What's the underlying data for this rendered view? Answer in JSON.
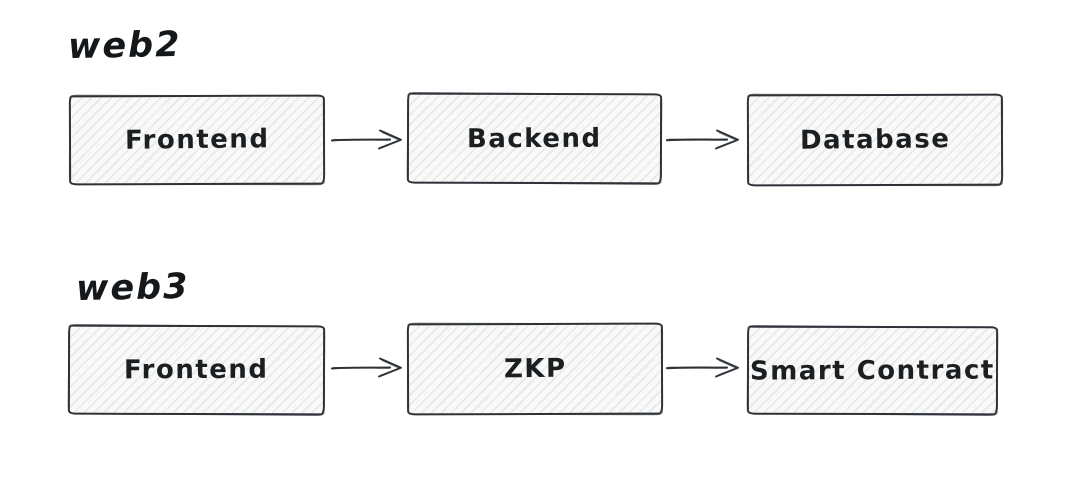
{
  "diagram": {
    "rows": [
      {
        "label": "web2",
        "nodes": [
          "Frontend",
          "Backend",
          "Database"
        ]
      },
      {
        "label": "web3",
        "nodes": [
          "Frontend",
          "ZKP",
          "Smart Contract"
        ]
      }
    ]
  },
  "colors": {
    "background": "#ffffff",
    "stroke": "#2e3338",
    "box_fill": "#f9f9f9",
    "text": "#1c1f22"
  }
}
